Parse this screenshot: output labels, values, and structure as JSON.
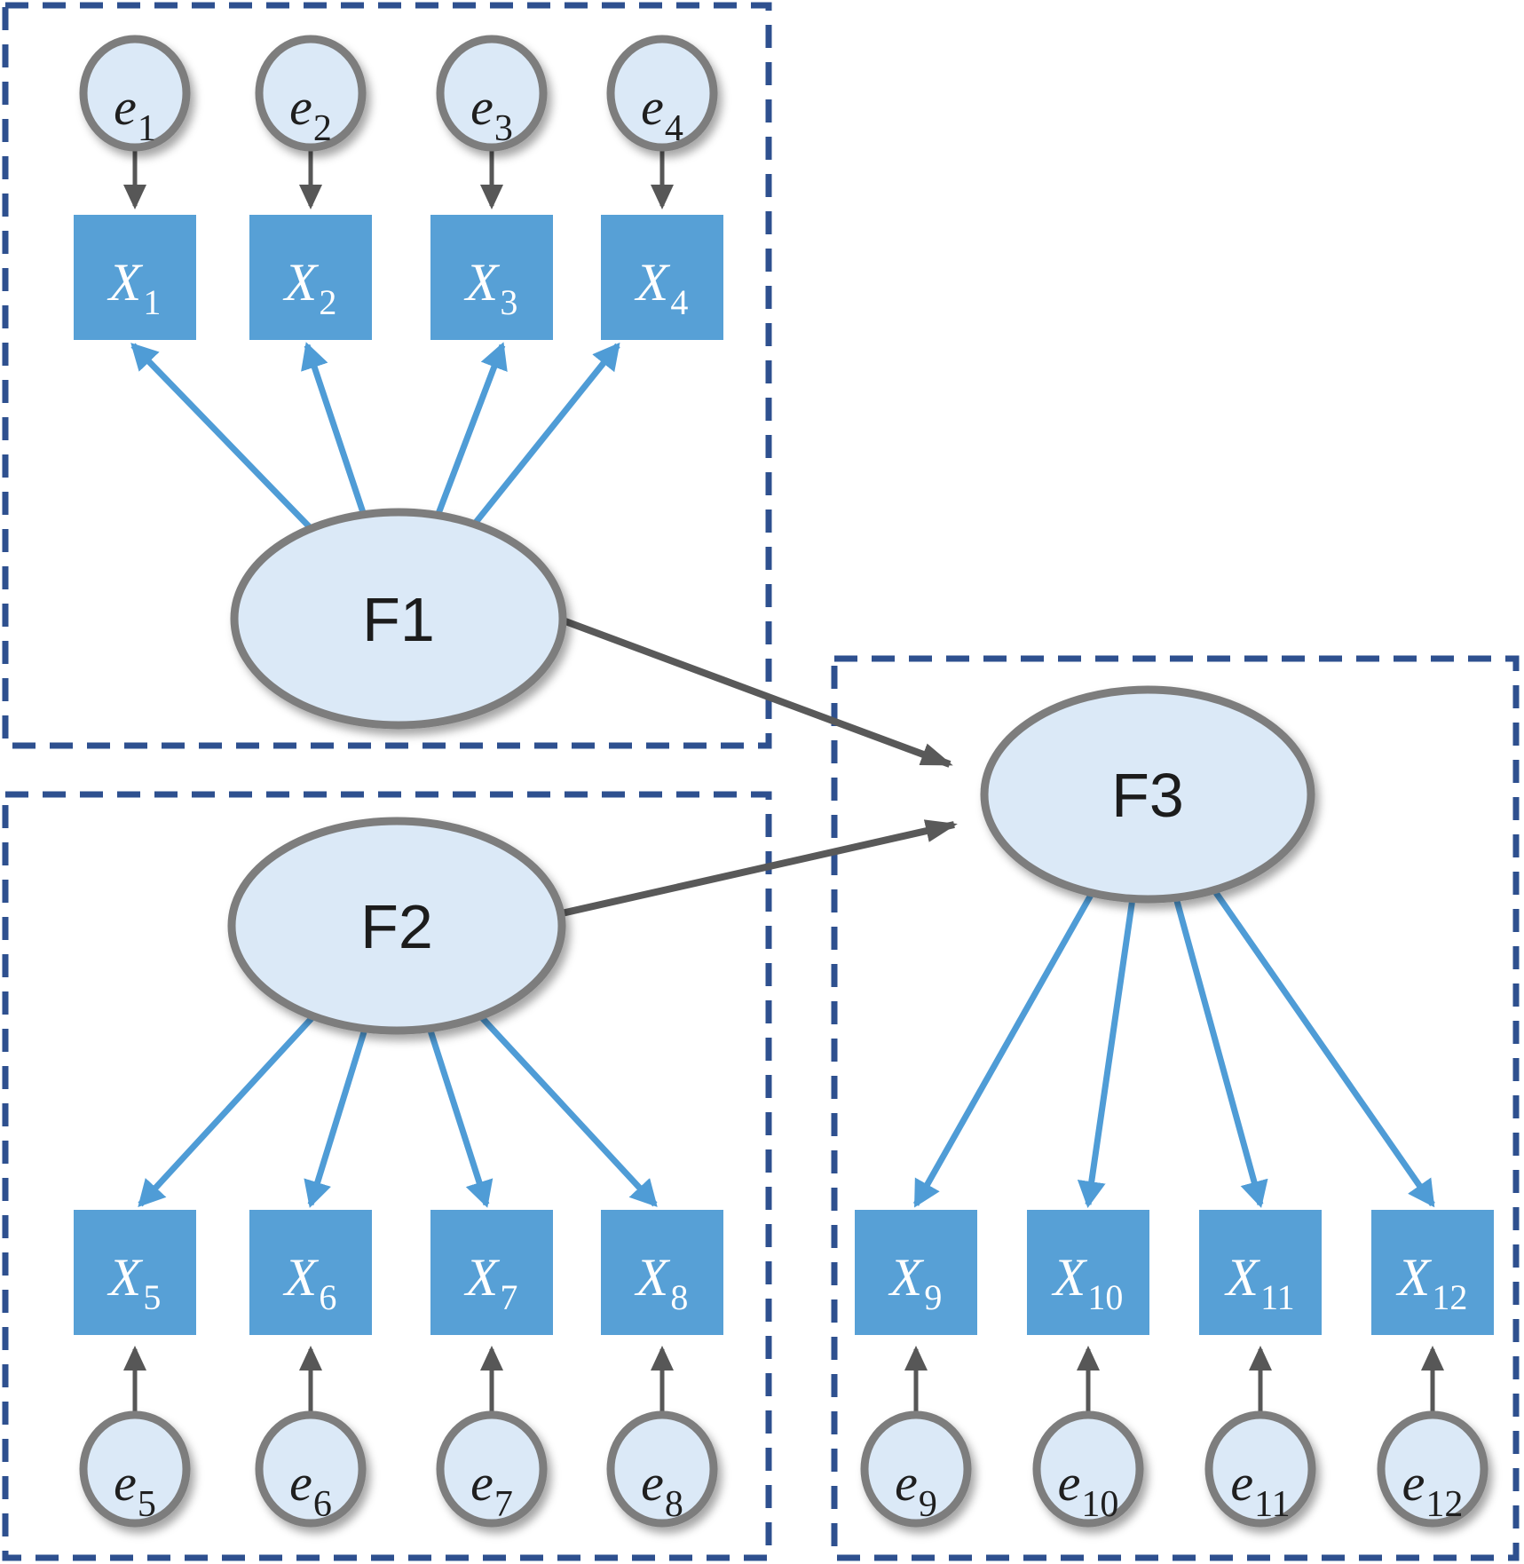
{
  "colors": {
    "background": "#ffffff",
    "box_dash": "#2e508f",
    "square_fill": "#57a0d6",
    "square_text": "#ffffff",
    "ellipse_fill": "#dbe9f7",
    "node_border": "#7d7d7d",
    "loading_arrow": "#4f9cd6",
    "error_arrow": "#575757",
    "structural_arrow": "#595959",
    "label_dark": "#1f1f1f"
  },
  "groups": [
    {
      "factor": {
        "label": "F1"
      },
      "indicators": [
        {
          "symbol": "X",
          "sub": "1"
        },
        {
          "symbol": "X",
          "sub": "2"
        },
        {
          "symbol": "X",
          "sub": "3"
        },
        {
          "symbol": "X",
          "sub": "4"
        }
      ],
      "errors": [
        {
          "symbol": "e",
          "sub": "1"
        },
        {
          "symbol": "e",
          "sub": "2"
        },
        {
          "symbol": "e",
          "sub": "3"
        },
        {
          "symbol": "e",
          "sub": "4"
        }
      ]
    },
    {
      "factor": {
        "label": "F2"
      },
      "indicators": [
        {
          "symbol": "X",
          "sub": "5"
        },
        {
          "symbol": "X",
          "sub": "6"
        },
        {
          "symbol": "X",
          "sub": "7"
        },
        {
          "symbol": "X",
          "sub": "8"
        }
      ],
      "errors": [
        {
          "symbol": "e",
          "sub": "5"
        },
        {
          "symbol": "e",
          "sub": "6"
        },
        {
          "symbol": "e",
          "sub": "7"
        },
        {
          "symbol": "e",
          "sub": "8"
        }
      ]
    },
    {
      "factor": {
        "label": "F3"
      },
      "indicators": [
        {
          "symbol": "X",
          "sub": "9"
        },
        {
          "symbol": "X",
          "sub": "10"
        },
        {
          "symbol": "X",
          "sub": "11"
        },
        {
          "symbol": "X",
          "sub": "12"
        }
      ],
      "errors": [
        {
          "symbol": "e",
          "sub": "9"
        },
        {
          "symbol": "e",
          "sub": "10"
        },
        {
          "symbol": "e",
          "sub": "11"
        },
        {
          "symbol": "e",
          "sub": "12"
        }
      ]
    }
  ],
  "structural_paths": [
    {
      "from": "F1",
      "to": "F3"
    },
    {
      "from": "F2",
      "to": "F3"
    }
  ]
}
